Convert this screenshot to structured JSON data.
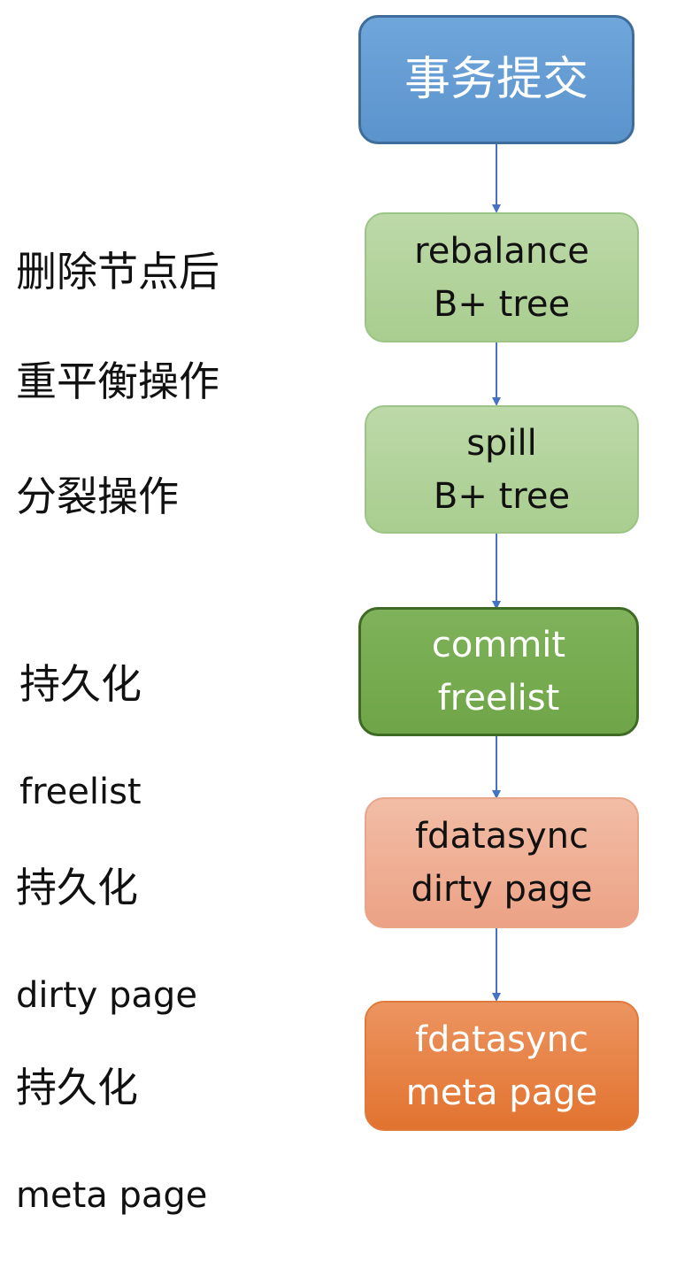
{
  "steps": [
    {
      "lines": [
        "事务提交"
      ]
    },
    {
      "lines": [
        "rebalance",
        "B+ tree"
      ],
      "side_label": [
        "删除节点后",
        "重平衡操作"
      ]
    },
    {
      "lines": [
        "spill",
        "B+ tree"
      ],
      "side_label": [
        "分裂操作"
      ]
    },
    {
      "lines": [
        "commit",
        "freelist"
      ],
      "side_label": [
        "持久化",
        "freelist"
      ]
    },
    {
      "lines": [
        "fdatasync",
        "dirty page"
      ],
      "side_label": [
        "持久化",
        "dirty page"
      ]
    },
    {
      "lines": [
        "fdatasync",
        "meta page"
      ],
      "side_label": [
        "持久化",
        "meta page"
      ]
    }
  ],
  "colors": {
    "arrow": "#4472c4",
    "blue": "#5b9bd5",
    "green_light": "#a9d18e",
    "green_dark": "#70ad47",
    "salmon": "#f4b183",
    "orange": "#ed7d31"
  }
}
